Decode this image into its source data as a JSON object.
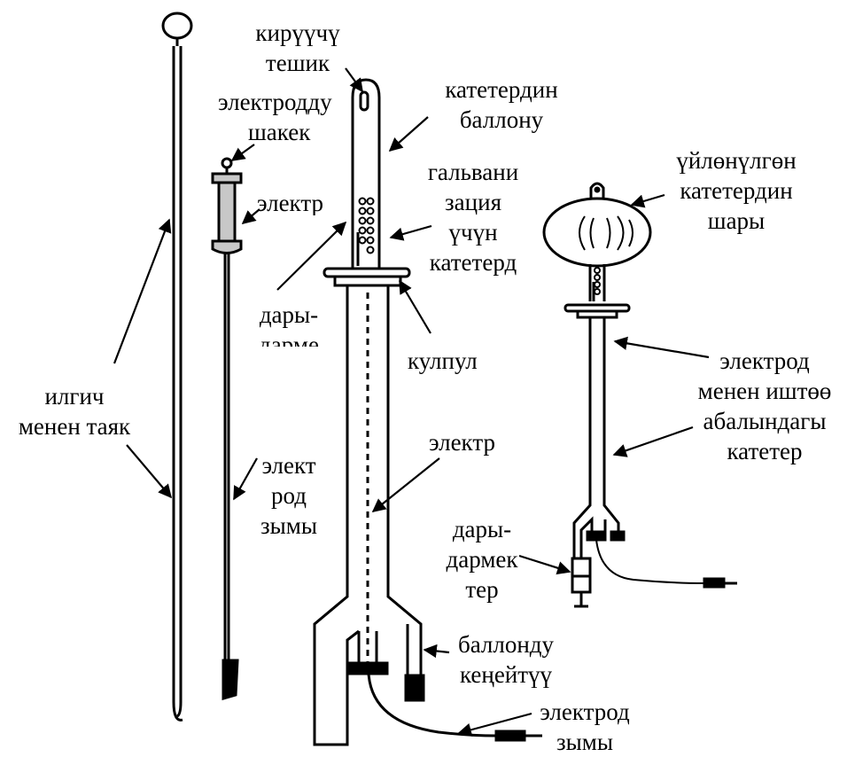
{
  "diagram": {
    "colors": {
      "line": "#000000",
      "background": "#ffffff",
      "electrode_fill": "#c8c8c8"
    },
    "labels": {
      "entry_hole": [
        "кирүүчү",
        "тешик"
      ],
      "electrode_hook": [
        "электродду",
        "шакек"
      ],
      "electrode_top": "электр",
      "catheter_balloon": [
        "катетердин",
        "баллону"
      ],
      "galvanization_catheter": [
        "гальвани",
        "зация",
        "үчүн",
        "катетерд"
      ],
      "drug_left": [
        "дары-",
        "дарме"
      ],
      "lock": "кулпул",
      "stick_with_hook": [
        "илгич",
        "менен таяк"
      ],
      "electrode_wire_left": [
        "элект",
        "род",
        "зымы"
      ],
      "electrode_center": "электр",
      "inflated_catheter_ball": [
        "үйлөнүлгөн",
        "катетердин",
        "шары"
      ],
      "catheter_state": [
        "электрод",
        "менен иштөө",
        "абалындагы",
        "катетер"
      ],
      "drug_right": [
        "дары-",
        "дармек",
        "тер"
      ],
      "balloon_expansion": [
        "баллонду",
        "кеңейтүү"
      ],
      "electrode_wire_bottom": [
        "электрод",
        "зымы"
      ]
    }
  }
}
